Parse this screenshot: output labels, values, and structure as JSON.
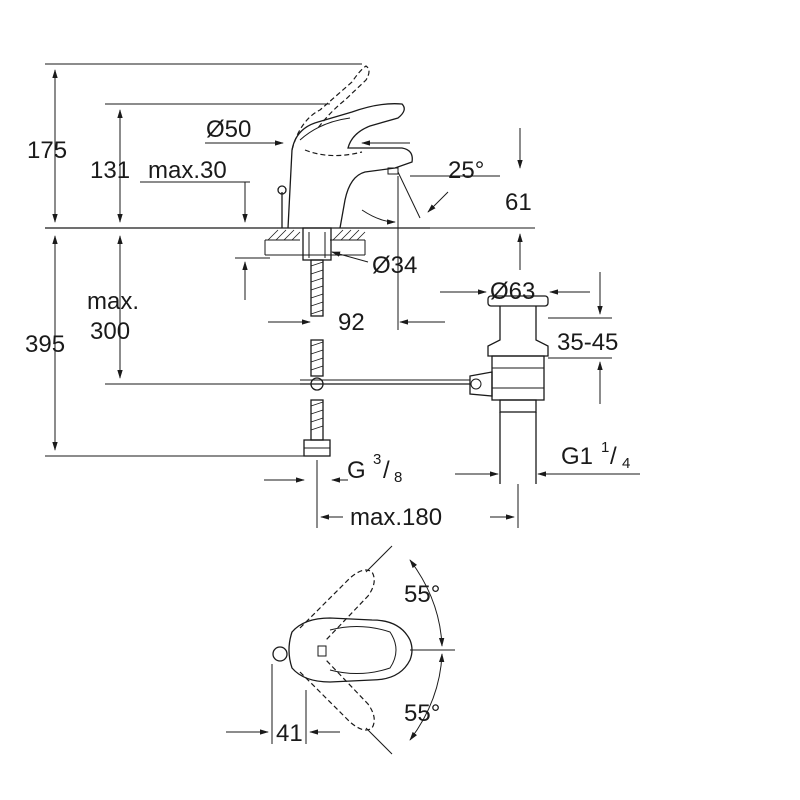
{
  "dimensions": {
    "d175": "175",
    "d131": "131",
    "max30": "max.30",
    "dia50": "Ø50",
    "ang25": "25°",
    "d61": "61",
    "dia34": "Ø34",
    "dia63": "Ø63",
    "d92": "92",
    "max_word": "max.",
    "d300": "300",
    "d395": "395",
    "d35_45": "35-45",
    "g38_main": "G",
    "g38_num": "3",
    "g38_den": "8",
    "g114_main": "G1",
    "g114_num": "1",
    "g114_den": "4",
    "max180": "max.180",
    "ang55_top": "55°",
    "ang55_bottom": "55°",
    "d41": "41"
  }
}
